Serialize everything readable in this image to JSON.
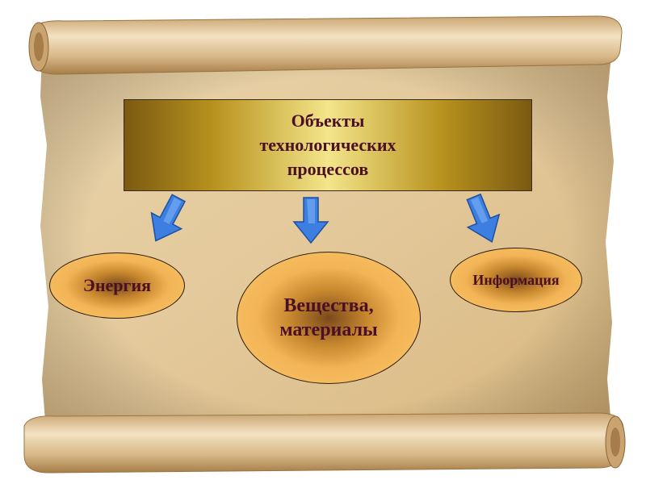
{
  "title": "Объекты\nтехнологических\nпроцессов",
  "children": [
    {
      "id": "energy",
      "label": "Энергия"
    },
    {
      "id": "materials",
      "label": "Вещества,\nматериалы"
    },
    {
      "id": "information",
      "label": "Информация"
    }
  ],
  "colors": {
    "text": "#4b0f26",
    "arrow": "#3d7fe0",
    "ellipse": "#f2b457",
    "title_gold": "#f3e58a",
    "parchment": "#e6cca0"
  }
}
